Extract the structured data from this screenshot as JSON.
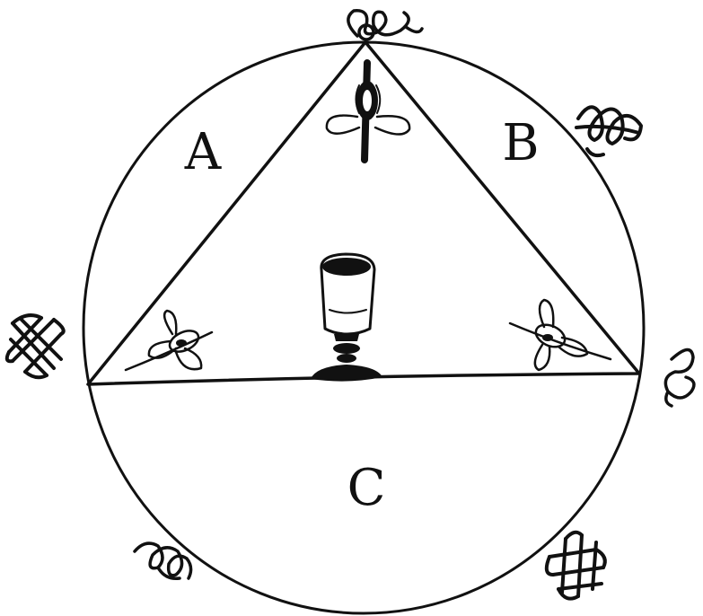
{
  "diagram": {
    "labels": {
      "a": "A",
      "b": "B",
      "c": "C"
    },
    "colors": {
      "ink": "#111111",
      "paper": "#ffffff"
    },
    "icons": [
      "knot-ornament-icon",
      "fly-icon",
      "goblet-icon"
    ]
  }
}
